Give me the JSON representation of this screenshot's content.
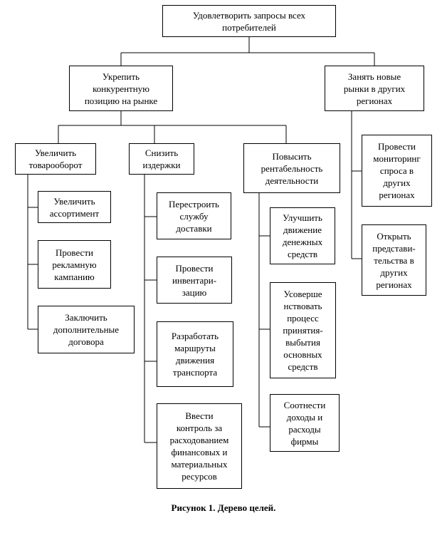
{
  "diagram": {
    "root": "Удовлетворить запросы всех\nпотребителей",
    "branch_left": "Укрепить\nконкурентную\nпозицию на рынке",
    "branch_right": "Занять новые\nрынки в других\nрегионах",
    "g1": {
      "title": "Увеличить\nтоварооборот",
      "items": [
        "Увеличить\nассортимент",
        "Провести\nрекламную\nкампанию",
        "Заключить\nдополнительные\nдоговора"
      ]
    },
    "g2": {
      "title": "Снизить\nиздержки",
      "items": [
        "Перестроить\nслужбу\nдоставки",
        "Провести\nинвентари-\nзацию",
        "Разработать\nмаршруты\nдвижения\nтранспорта",
        "Ввести\nконтроль за\nрасходованием\nфинансовых и\nматериальных\nресурсов"
      ]
    },
    "g3": {
      "title": "Повысить\nрентабельность\nдеятельности",
      "items": [
        "Улучшить\nдвижение\nденежных\nсредств",
        "Усоверше\nнствовать\nпроцесс\nпринятия-\nвыбытия\nосновных\nсредств",
        "Соотнести\nдоходы и\nрасходы\nфирмы"
      ]
    },
    "g4": {
      "items": [
        "Провести\nмониторинг\nспроса в\nдругих\nрегионах",
        "Открыть\nпредстави-\nтельства в\nдругих\nрегионах"
      ]
    }
  },
  "caption": "Рисунок 1. Дерево целей."
}
